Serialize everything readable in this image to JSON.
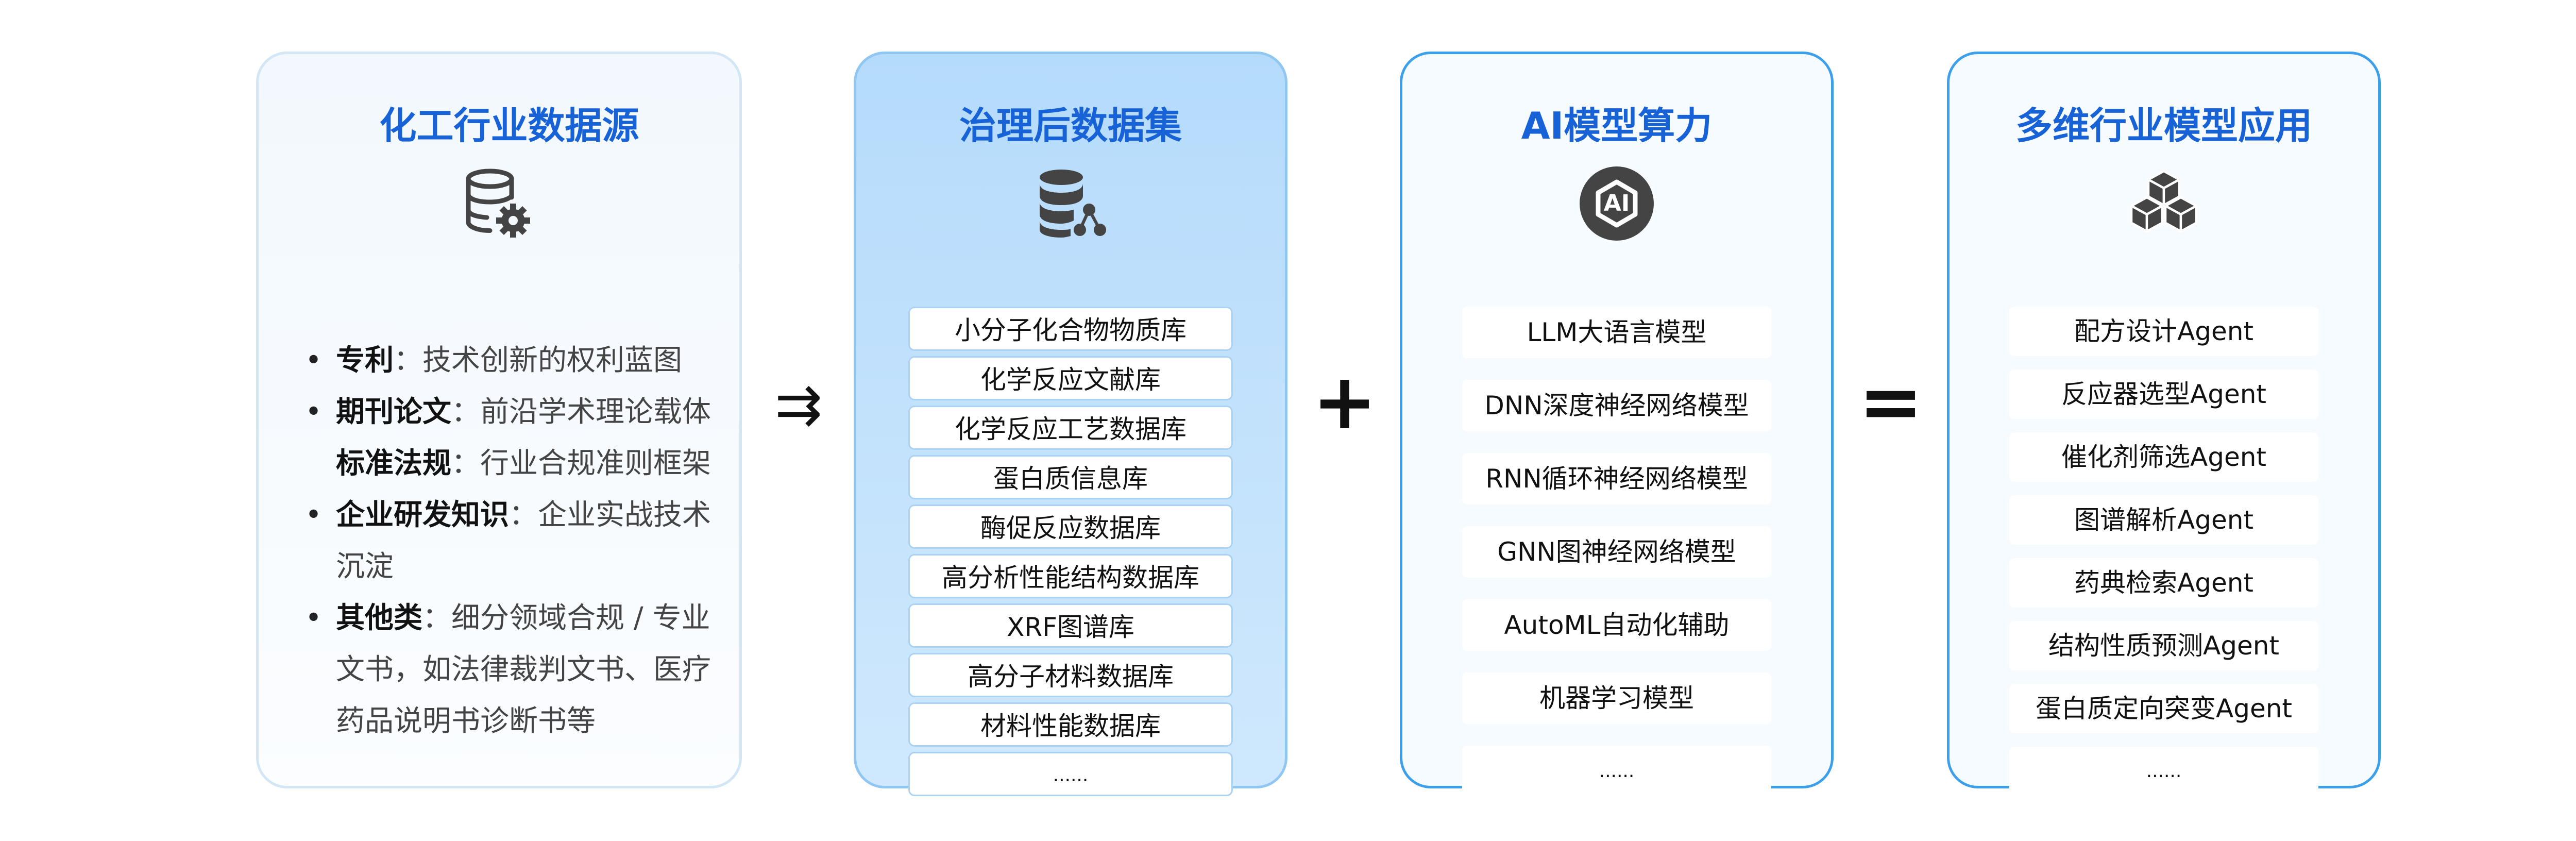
{
  "sources": {
    "title": "化工行业数据源",
    "icon": "database-gear-icon",
    "items": [
      {
        "label": "专利",
        "desc": "技术创新的权利蓝图",
        "bullet": true
      },
      {
        "label": "期刊论文",
        "desc": "前沿学术理论载体",
        "bullet": true
      },
      {
        "label": "标准法规",
        "desc": "行业合规准则框架",
        "bullet": false
      },
      {
        "label": "企业研发知识",
        "desc": "企业实战技术沉淀",
        "bullet": true
      },
      {
        "label": "其他类",
        "desc": "细分领域合规 / 专业文书，如法律裁判文书、医疗药品说明书诊断书等",
        "bullet": true
      }
    ]
  },
  "datasets": {
    "title": "治理后数据集",
    "icon": "database-share-icon",
    "items": [
      "小分子化合物物质库",
      "化学反应文献库",
      "化学反应工艺数据库",
      "蛋白质信息库",
      "酶促反应数据库",
      "高分析性能结构数据库",
      "XRF图谱库",
      "高分子材料数据库",
      "材料性能数据库",
      "......"
    ]
  },
  "compute": {
    "title": "AI模型算力",
    "icon": "ai-chip-icon",
    "icon_text": "AI",
    "items": [
      "LLM大语言模型",
      "DNN深度神经网络模型",
      "RNN循环神经网络模型",
      "GNN图神经网络模型",
      "AutoML自动化辅助",
      "机器学习模型",
      "......"
    ]
  },
  "applications": {
    "title": "多维行业模型应用",
    "icon": "cubes-icon",
    "items": [
      "配方设计Agent",
      "反应器选型Agent",
      "催化剂筛选Agent",
      "图谱解析Agent",
      "药典检索Agent",
      "结构性质预测Agent",
      "蛋白质定向突变Agent",
      "......"
    ]
  },
  "operators": {
    "arrow": "⇉",
    "plus": "+",
    "equals": "="
  },
  "colors": {
    "title": "#1762d6",
    "icon": "#444444",
    "card_border": "#3c9fea"
  }
}
